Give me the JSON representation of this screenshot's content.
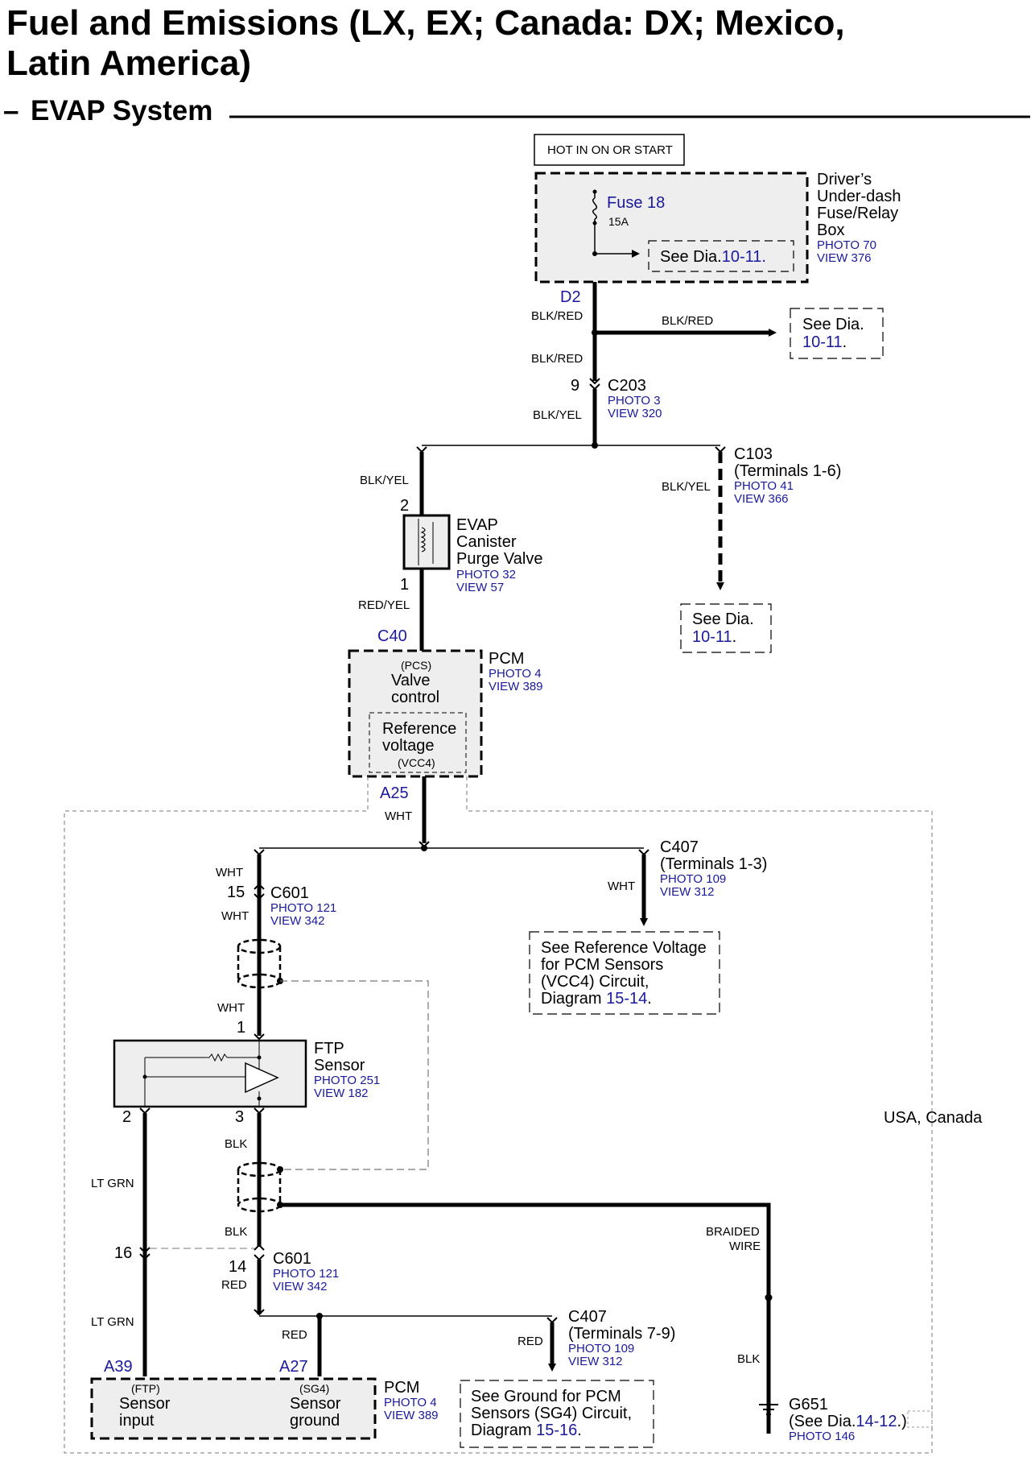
{
  "title_line1": "Fuel and Emissions (LX, EX; Canada: DX; Mexico,",
  "title_line2": "Latin America)",
  "subtitle_dash": "–",
  "subtitle": "EVAP System",
  "hot": "HOT IN ON OR START",
  "fusebox": {
    "l1": "Driver’s",
    "l2": "Under-dash",
    "l3": "Fuse/Relay",
    "l4": "Box",
    "photo": "PHOTO 70",
    "view": "VIEW 376"
  },
  "fuse": {
    "name": "Fuse 18",
    "amp": "15A"
  },
  "see_dia": "See Dia.",
  "ref_10_11": "10-11.",
  "ref_10_11_nodot": "10-11",
  "dot": ".",
  "d2": "D2",
  "blk_red": "BLK/RED",
  "blk_yel": "BLK/YEL",
  "c203": {
    "pin": "9",
    "name": "C203",
    "photo": "PHOTO 3",
    "view": "VIEW 320"
  },
  "c103": {
    "name": "C103",
    "terms": "(Terminals 1-6)",
    "photo": "PHOTO 41",
    "view": "VIEW 366"
  },
  "evap": {
    "pin_top": "2",
    "pin_bot": "1",
    "l1": "EVAP",
    "l2": "Canister",
    "l3": "Purge Valve",
    "photo": "PHOTO 32",
    "view": "VIEW 57"
  },
  "red_yel": "RED/YEL",
  "c40": "C40",
  "pcm": {
    "name": "PCM",
    "photo": "PHOTO 4",
    "view": "VIEW 389"
  },
  "pcs": "(PCS)",
  "valve1": "Valve",
  "valve2": "control",
  "ref1": "Reference",
  "ref2": "voltage",
  "vcc4": "(VCC4)",
  "a25": "A25",
  "wht": "WHT",
  "c407_top": {
    "name": "C407",
    "terms": "(Terminals 1-3)",
    "photo": "PHOTO 109",
    "view": "VIEW 312"
  },
  "c601": {
    "name": "C601",
    "photo": "PHOTO 121",
    "view": "VIEW 342"
  },
  "pin15": "15",
  "see_ref": {
    "l1": "See Reference Voltage",
    "l2": "for PCM Sensors",
    "l3": "(VCC4) Circuit,",
    "l4": "Diagram",
    "num": "15-14",
    "dot": "."
  },
  "pin1": "1",
  "ftp": {
    "l1": "FTP",
    "l2": "Sensor",
    "photo": "PHOTO 251",
    "view": "VIEW 182"
  },
  "pin2": "2",
  "pin3": "3",
  "usa": "USA, Canada",
  "blk": "BLK",
  "lt_grn": "LT GRN",
  "braided1": "BRAIDED",
  "braided2": "WIRE",
  "pin16": "16",
  "pin14": "14",
  "red": "RED",
  "c407_bot": {
    "name": "C407",
    "terms": "(Terminals 7-9)",
    "photo": "PHOTO 109",
    "view": "VIEW 312"
  },
  "a39": "A39",
  "a27": "A27",
  "ftp_tag": "(FTP)",
  "sens_in1": "Sensor",
  "sens_in2": "input",
  "sg4": "(SG4)",
  "sens_gnd1": "Sensor",
  "sens_gnd2": "ground",
  "see_gnd": {
    "l1": "See Ground for PCM",
    "l2": "Sensors (SG4) Circuit,",
    "l3": "Diagram",
    "num": "15-16",
    "dot": "."
  },
  "g651": {
    "name": "G651",
    "see": "(See Dia.",
    "num": "14-12",
    "close": ".)",
    "photo": "PHOTO 146"
  }
}
